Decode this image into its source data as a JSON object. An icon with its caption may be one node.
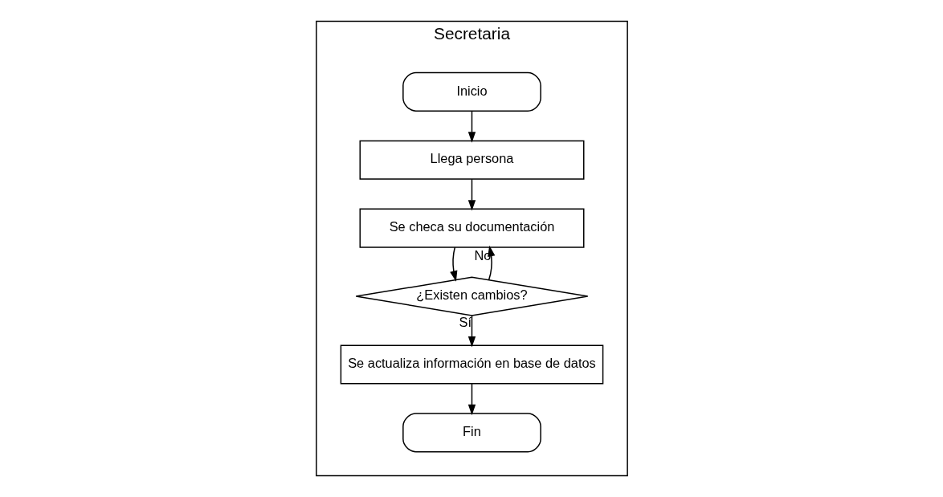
{
  "diagram": {
    "nodes": [
      {
        "text": [
          "Secretaria"
        ]
      },
      {
        "text": [
          "Inicio"
        ],
        "in": 0
      },
      {
        "text": [
          "Llega persona"
        ],
        "in": 0
      },
      {
        "text": [
          "Se checa su documentación"
        ],
        "in": 0
      },
      {
        "text": [
          "¿Existen cambios?"
        ],
        "in": 0
      },
      {
        "text": [
          "Se actualiza información en base de datos"
        ],
        "in": 0
      },
      {
        "text": [
          "Fin"
        ],
        "in": 0
      }
    ],
    "edges": [
      {
        "from": 1,
        "to": 2,
        "arrow": "to"
      },
      {
        "from": 2,
        "to": 3,
        "arrow": "to"
      },
      {
        "from": 3,
        "to": 4,
        "arrow": "to"
      },
      {
        "from": 4,
        "to": 3,
        "arrow": "to",
        "label": "No"
      },
      {
        "from": 4,
        "to": 5,
        "arrow": "to",
        "label": "Sí"
      },
      {
        "from": 5,
        "to": 6,
        "arrow": "to"
      }
    ]
  }
}
